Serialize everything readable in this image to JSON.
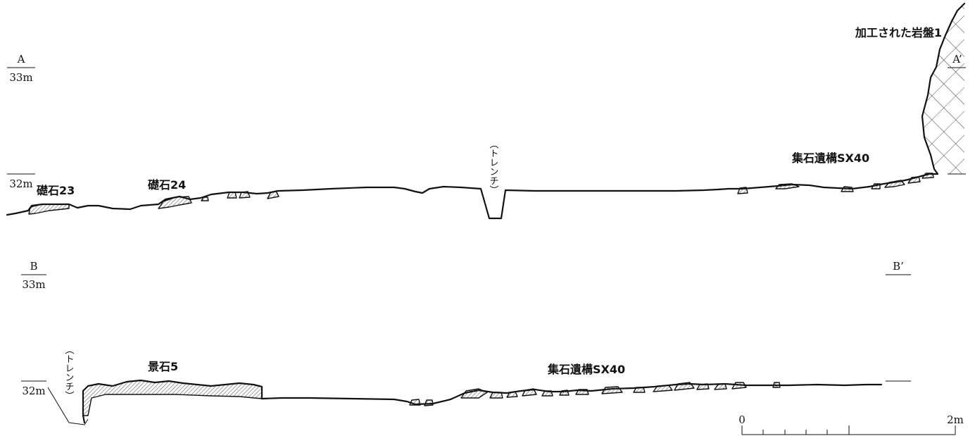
{
  "sections": {
    "a": {
      "start_label": "A",
      "end_label": "A’",
      "elev_upper": "33m",
      "elev_lower": "32m"
    },
    "b": {
      "start_label": "B",
      "end_label": "B’",
      "elev_upper": "33m",
      "elev_lower": "32m"
    }
  },
  "features": {
    "bedrock": "加工された岩盤1",
    "cornerstone_23": "礎石23",
    "cornerstone_24": "礎石24",
    "trench_a": "（トレンチ）",
    "stone_group_a": "集石遺構SX40",
    "trench_b": "（トレンチ）",
    "landscape_stone": "景石5",
    "stone_group_b": "集石遺構SX40"
  },
  "scale_bar": {
    "label_zero": "0",
    "label_max": "2m"
  },
  "colors": {
    "line": "#111111",
    "hatch": "#555555",
    "background": "#ffffff"
  }
}
